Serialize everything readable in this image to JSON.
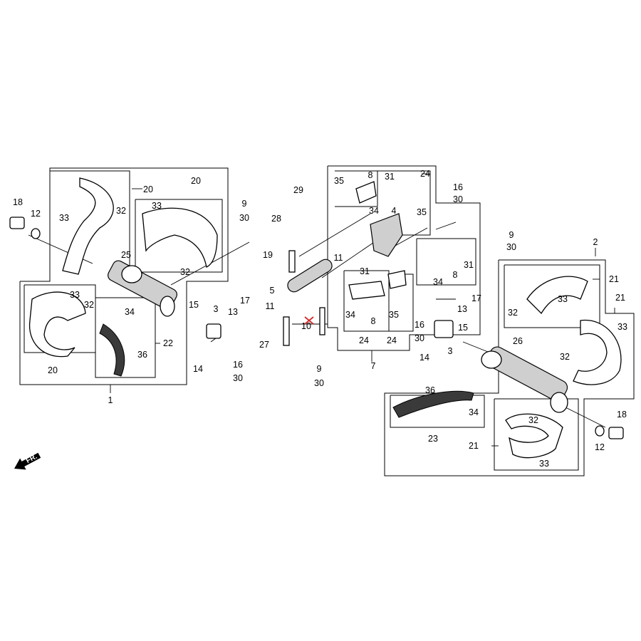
{
  "diagram": {
    "front_label": "FR.",
    "ink_color": "#000000",
    "mark_color": "#d62a2a",
    "callouts": [
      {
        "id": "lbl-18-left",
        "text": "18"
      },
      {
        "id": "lbl-12-left",
        "text": "12"
      },
      {
        "id": "lbl-33-a",
        "text": "33"
      },
      {
        "id": "lbl-20-a",
        "text": "20"
      },
      {
        "id": "lbl-20-b",
        "text": "20"
      },
      {
        "id": "lbl-33-b",
        "text": "33"
      },
      {
        "id": "lbl-32-a",
        "text": "32"
      },
      {
        "id": "lbl-32-b",
        "text": "32"
      },
      {
        "id": "lbl-25",
        "text": "25"
      },
      {
        "id": "lbl-33-c",
        "text": "33"
      },
      {
        "id": "lbl-32-c",
        "text": "32"
      },
      {
        "id": "lbl-20-c",
        "text": "20"
      },
      {
        "id": "lbl-34-a",
        "text": "34"
      },
      {
        "id": "lbl-36-a",
        "text": "36"
      },
      {
        "id": "lbl-22",
        "text": "22"
      },
      {
        "id": "lbl-1",
        "text": "1"
      },
      {
        "id": "lbl-15-a",
        "text": "15"
      },
      {
        "id": "lbl-3-a",
        "text": "3"
      },
      {
        "id": "lbl-13-a",
        "text": "13"
      },
      {
        "id": "lbl-17-a",
        "text": "17"
      },
      {
        "id": "lbl-14-a",
        "text": "14"
      },
      {
        "id": "lbl-16-a",
        "text": "16"
      },
      {
        "id": "lbl-30-a",
        "text": "30"
      },
      {
        "id": "lbl-9-a",
        "text": "9"
      },
      {
        "id": "lbl-30-b",
        "text": "30"
      },
      {
        "id": "lbl-29",
        "text": "29"
      },
      {
        "id": "lbl-28",
        "text": "28"
      },
      {
        "id": "lbl-19",
        "text": "19"
      },
      {
        "id": "lbl-11-a",
        "text": "11"
      },
      {
        "id": "lbl-5",
        "text": "5"
      },
      {
        "id": "lbl-11-b",
        "text": "11"
      },
      {
        "id": "lbl-10",
        "text": "10"
      },
      {
        "id": "lbl-27",
        "text": "27"
      },
      {
        "id": "lbl-9-b",
        "text": "9"
      },
      {
        "id": "lbl-30-c",
        "text": "30"
      },
      {
        "id": "lbl-35-a",
        "text": "35"
      },
      {
        "id": "lbl-8-a",
        "text": "8"
      },
      {
        "id": "lbl-31-a",
        "text": "31"
      },
      {
        "id": "lbl-24-a",
        "text": "24"
      },
      {
        "id": "lbl-34-b",
        "text": "34"
      },
      {
        "id": "lbl-4",
        "text": "4"
      },
      {
        "id": "lbl-35-b",
        "text": "35"
      },
      {
        "id": "lbl-31-b",
        "text": "31"
      },
      {
        "id": "lbl-31-c",
        "text": "31"
      },
      {
        "id": "lbl-8-b",
        "text": "8"
      },
      {
        "id": "lbl-34-c",
        "text": "34"
      },
      {
        "id": "lbl-34-d",
        "text": "34"
      },
      {
        "id": "lbl-8-c",
        "text": "8"
      },
      {
        "id": "lbl-35-c",
        "text": "35"
      },
      {
        "id": "lbl-24-b",
        "text": "24"
      },
      {
        "id": "lbl-24-c",
        "text": "24"
      },
      {
        "id": "lbl-7",
        "text": "7"
      },
      {
        "id": "lbl-16-b",
        "text": "16"
      },
      {
        "id": "lbl-30-d",
        "text": "30"
      },
      {
        "id": "lbl-9-c",
        "text": "9"
      },
      {
        "id": "lbl-30-e",
        "text": "30"
      },
      {
        "id": "lbl-17-b",
        "text": "17"
      },
      {
        "id": "lbl-13-b",
        "text": "13"
      },
      {
        "id": "lbl-16-c",
        "text": "16"
      },
      {
        "id": "lbl-30-f",
        "text": "30"
      },
      {
        "id": "lbl-15-b",
        "text": "15"
      },
      {
        "id": "lbl-3-b",
        "text": "3"
      },
      {
        "id": "lbl-14-b",
        "text": "14"
      },
      {
        "id": "lbl-2",
        "text": "2"
      },
      {
        "id": "lbl-21-a",
        "text": "21"
      },
      {
        "id": "lbl-33-d",
        "text": "33"
      },
      {
        "id": "lbl-32-d",
        "text": "32"
      },
      {
        "id": "lbl-21-b",
        "text": "21"
      },
      {
        "id": "lbl-33-e",
        "text": "33"
      },
      {
        "id": "lbl-32-e",
        "text": "32"
      },
      {
        "id": "lbl-26",
        "text": "26"
      },
      {
        "id": "lbl-36-b",
        "text": "36"
      },
      {
        "id": "lbl-34-e",
        "text": "34"
      },
      {
        "id": "lbl-23",
        "text": "23"
      },
      {
        "id": "lbl-32-f",
        "text": "32"
      },
      {
        "id": "lbl-21-c",
        "text": "21"
      },
      {
        "id": "lbl-33-f",
        "text": "33"
      },
      {
        "id": "lbl-18-right",
        "text": "18"
      },
      {
        "id": "lbl-12-right",
        "text": "12"
      }
    ]
  }
}
